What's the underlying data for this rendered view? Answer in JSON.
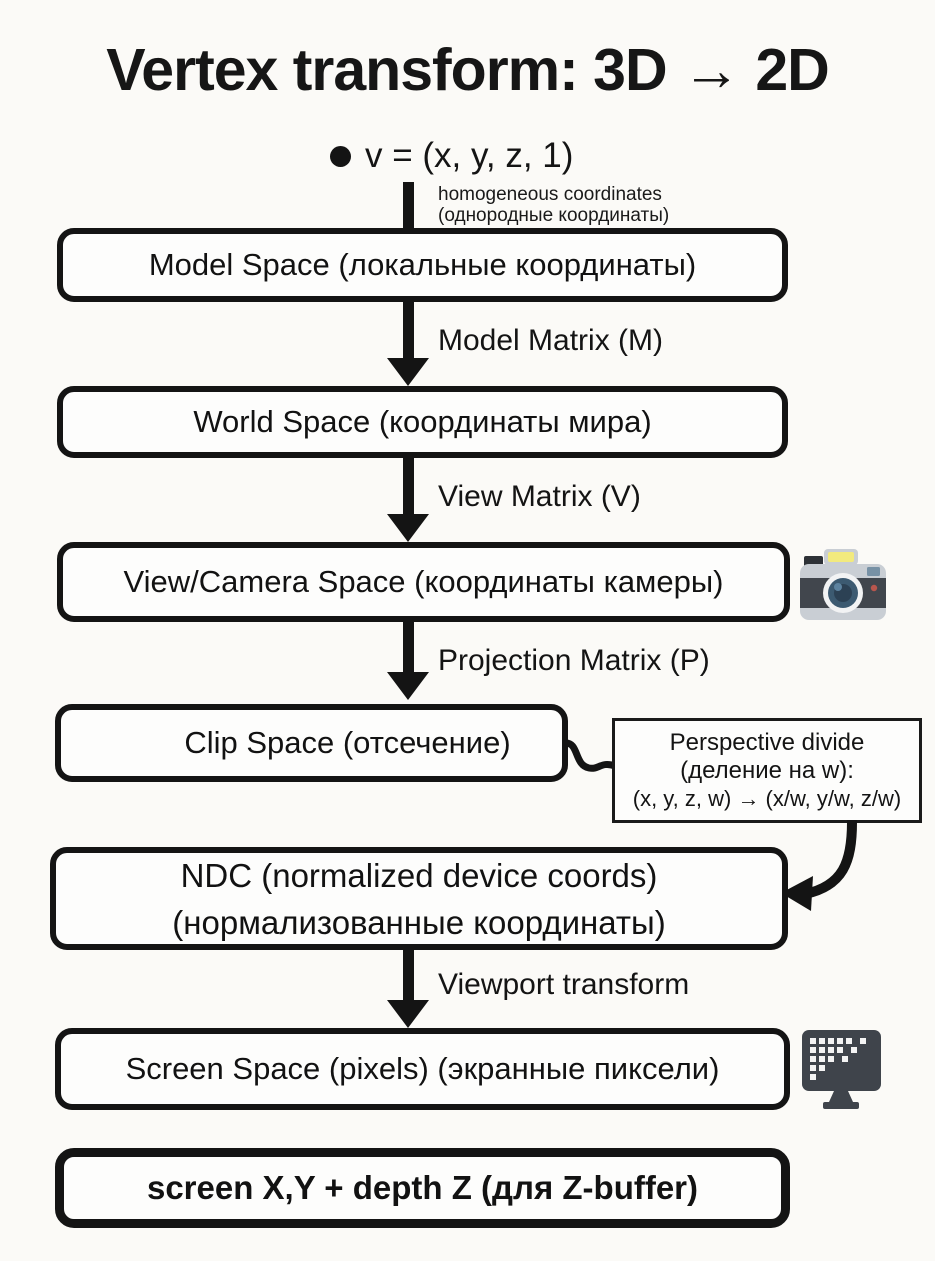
{
  "title": "Vertex transform: 3D → 2D",
  "vertex": {
    "formula": "v = (x, y, z, 1)",
    "note_en": "homogeneous coordinates",
    "note_ru": "(однородные координаты)"
  },
  "boxes": {
    "model_space": "Model Space (локальные координаты)",
    "world_space": "World Space (координаты мира)",
    "view_space": "View/Camera Space (координаты камеры)",
    "clip_space": "Clip Space (отсечение)",
    "ndc_line1": "NDC (normalized device coords)",
    "ndc_line2": "(нормализованные координаты)",
    "screen_space": "Screen Space (pixels) (экранные пиксели)",
    "output": "screen X,Y + depth Z (для Z-buffer)"
  },
  "edges": {
    "model_matrix": "Model Matrix (M)",
    "view_matrix": "View Matrix (V)",
    "projection_matrix": "Projection Matrix (P)",
    "viewport_transform": "Viewport transform"
  },
  "callout": {
    "line1": "Perspective divide",
    "line2": "(деление на w):",
    "line3": "(x, y, z, w) → (x/w, y/w, z/w)"
  },
  "icons": {
    "camera": "camera-emoji",
    "monitor": "monitor-emoji"
  },
  "colors": {
    "ink": "#141414",
    "background": "#fbfaf7",
    "camera_body_light": "#c9ced4",
    "camera_body_dark": "#41464d",
    "camera_flash": "#f2ea7e",
    "camera_lens": "#3c5a71",
    "camera_indicator": "#b8564d",
    "monitor_body": "#3f444b"
  }
}
